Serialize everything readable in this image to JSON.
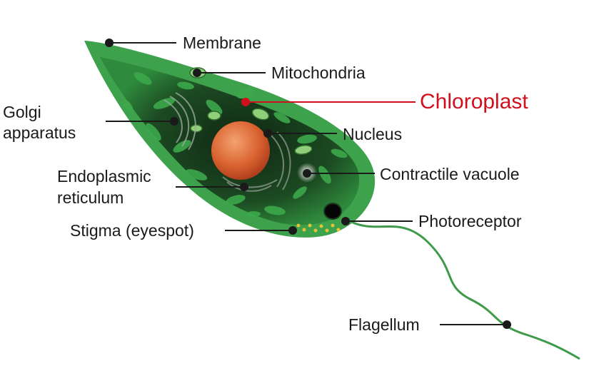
{
  "labels": {
    "membrane": "Membrane",
    "mitochondria": "Mitochondria",
    "chloroplast": "Chloroplast",
    "golgi_line1": "Golgi",
    "golgi_line2": "apparatus",
    "nucleus": "Nucleus",
    "er_line1": "Endoplasmic",
    "er_line2": "reticulum",
    "contractile_vacuole": "Contractile vacuole",
    "stigma": "Stigma (eyespot)",
    "photoreceptor": "Photoreceptor",
    "flagellum": "Flagellum"
  },
  "colors": {
    "highlight": "#d0101e",
    "text": "#1a1a1a",
    "cell_body": "#2e8a3c",
    "cytoplasm_dark": "#0f2612",
    "nucleus": "#d9622f",
    "eyespot": "#e3c33a"
  }
}
